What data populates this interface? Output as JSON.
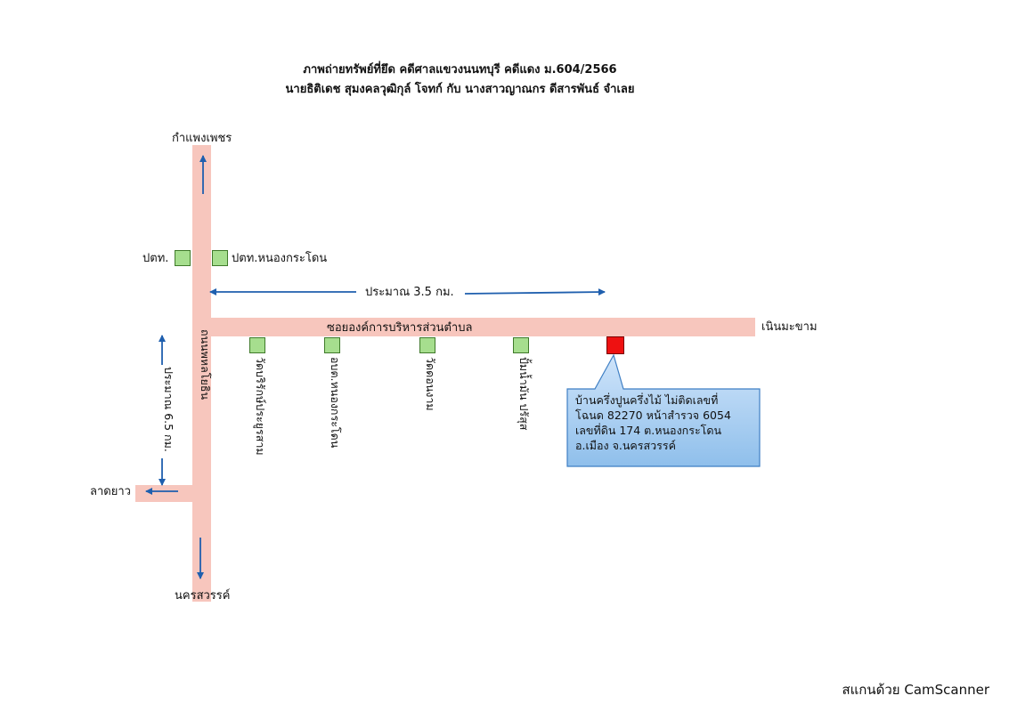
{
  "header": {
    "line1": "ภาพถ่ายทรัพย์ที่ยึด   คดีศาลแขวงนนทบุรี  คดีแดง  ม.604/2566",
    "line2": "นายธิติเดช  สุมงคลวุฒิกุล์   โจทก์  กับ   นางสาวญาณกร   ดีสารพันธ์  จำเลย"
  },
  "map": {
    "north_label": "กำแพงเพชร",
    "south_label": "นครสวรรค์",
    "east_label": "เนินมะขาม",
    "west_label": "ลาดยาว",
    "main_road_label": "ถนนพหลโยธิน",
    "side_road_label": "ซอยองค์การบริหารส่วนตำบล",
    "distance_horizontal": "ประมาณ 3.5 กม.",
    "distance_vertical": "ประมาณ 6.5 กม.",
    "landmark_left": "ปตท.",
    "landmark_right": "ปตท.หนองกระโดน",
    "side_landmarks": [
      "วัดบริรักษ์ประยูรสาม",
      "อบต.หนองกระโดน",
      "วัดดอนงาม",
      "ปั้มน้ำมัน ปรัสุส"
    ],
    "callout": {
      "line1": "บ้านครึ่งปูนครึ่งไม้  ไม่ติดเลขที่",
      "line2": "โฉนด 82270 หน้าสำรวจ 6054",
      "line3": "เลขที่ดิน 174  ต.หนองกระโดน",
      "line4": "อ.เมือง   จ.นครสวรรค์"
    },
    "colors": {
      "road": "#f7c6bd",
      "landmark_fill": "#a6de8e",
      "property_fill": "#ee1111",
      "callout_fill": "#a9cef0",
      "arrow": "#1f5fae"
    }
  },
  "footer": {
    "watermark": "สแกนด้วย CamScanner"
  }
}
